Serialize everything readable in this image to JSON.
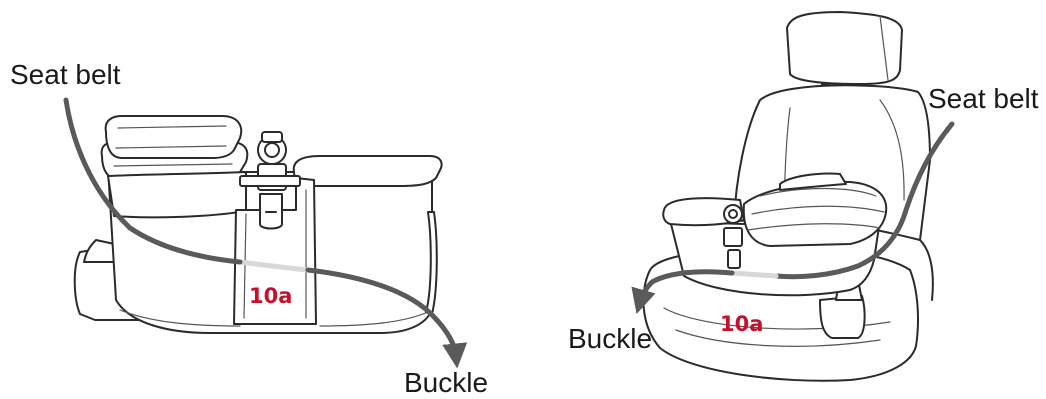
{
  "left_panel": {
    "seat_belt_label": "Seat belt",
    "buckle_label": "Buckle",
    "tag": "10a"
  },
  "right_panel": {
    "seat_belt_label": "Seat belt",
    "buckle_label": "Buckle",
    "tag": "10a"
  },
  "colors": {
    "belt": "#5a5a5a",
    "belt_highlight": "#d8d8d8",
    "tag": "#c8102e",
    "line_art": "#2b2b2b"
  }
}
